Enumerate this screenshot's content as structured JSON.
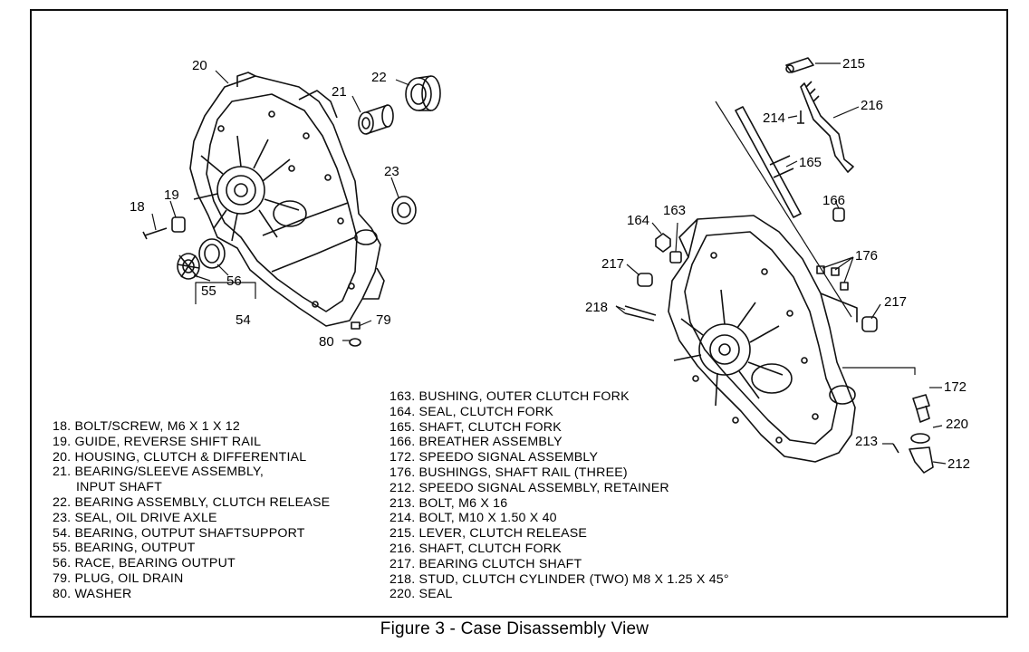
{
  "callouts": {
    "c20": "20",
    "c22": "22",
    "c21": "21",
    "c23": "23",
    "c18": "18",
    "c19": "19",
    "c55": "55",
    "c56": "56",
    "c54": "54",
    "c79": "79",
    "c80": "80",
    "c215": "215",
    "c214": "214",
    "c216": "216",
    "c165": "165",
    "c166": "166",
    "c164": "164",
    "c163": "163",
    "c217a": "217",
    "c176": "176",
    "c218": "218",
    "c217b": "217",
    "c172": "172",
    "c220": "220",
    "c213": "213",
    "c212": "212"
  },
  "legend_left": [
    "18. BOLT/SCREW, M6 X 1 X 12",
    "19. GUIDE, REVERSE SHIFT RAIL",
    "20. HOUSING, CLUTCH & DIFFERENTIAL",
    "21. BEARING/SLEEVE ASSEMBLY,",
    "INPUT SHAFT",
    "22. BEARING ASSEMBLY, CLUTCH RELEASE",
    "23. SEAL, OIL DRIVE AXLE",
    "54. BEARING, OUTPUT SHAFTSUPPORT",
    "55. BEARING, OUTPUT",
    "56. RACE, BEARING OUTPUT",
    "79. PLUG, OIL DRAIN",
    "80. WASHER"
  ],
  "legend_right": [
    "163. BUSHING, OUTER CLUTCH FORK",
    "164. SEAL, CLUTCH FORK",
    "165. SHAFT, CLUTCH FORK",
    "166. BREATHER ASSEMBLY",
    "172. SPEEDO SIGNAL ASSEMBLY",
    "176. BUSHINGS, SHAFT RAIL (THREE)",
    "212. SPEEDO SIGNAL ASSEMBLY, RETAINER",
    "213. BOLT, M6 X 16",
    "214. BOLT, M10 X 1.50 X 40",
    "215. LEVER, CLUTCH RELEASE",
    "216. SHAFT, CLUTCH FORK",
    "217. BEARING CLUTCH SHAFT",
    "218. STUD, CLUTCH CYLINDER (TWO) M8 X 1.25 X 45°",
    "220. SEAL"
  ],
  "caption": "Figure 3 - Case Disassembly View"
}
